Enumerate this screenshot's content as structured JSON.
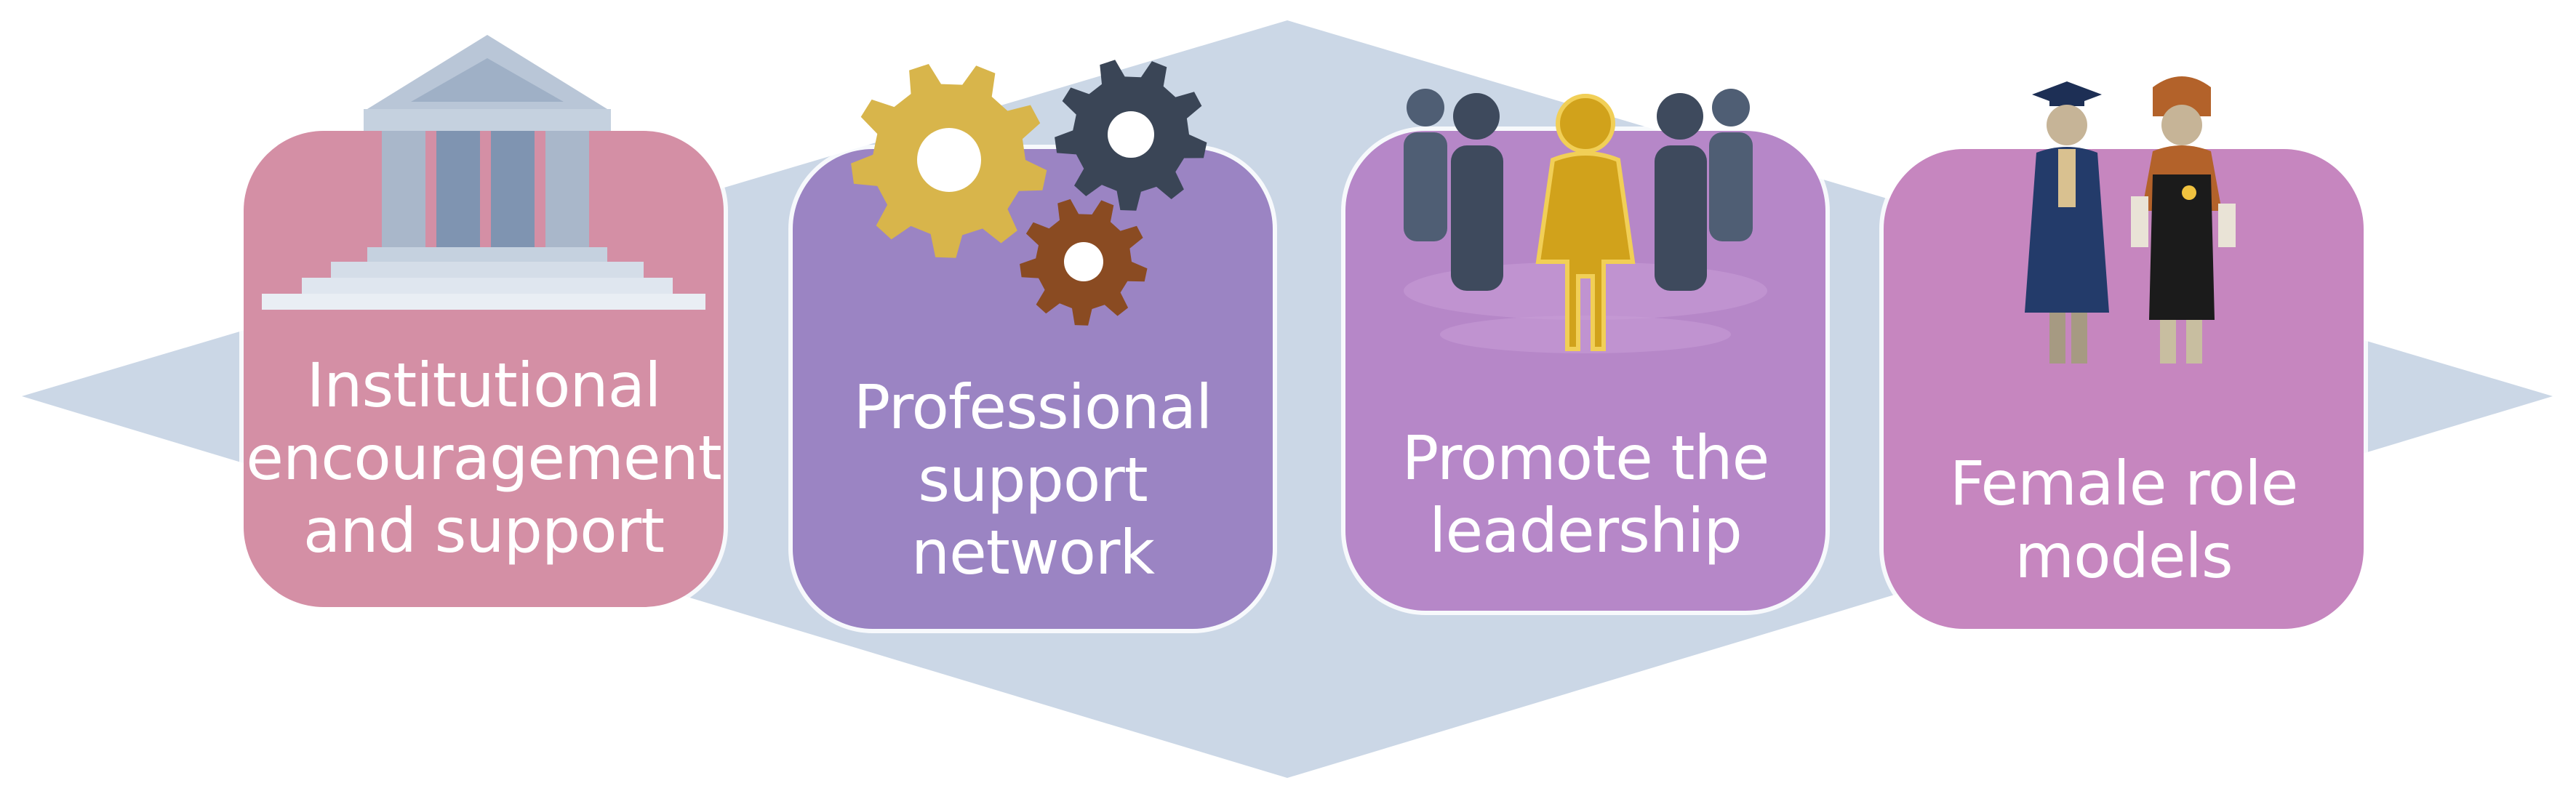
{
  "colors": {
    "backdrop": "#cbd7e6",
    "card_institutional": "#d48fa5",
    "card_network": "#9b84c3",
    "card_leadership": "#b687c8",
    "card_role_models": "#c686bf",
    "gold": "#d8b54b",
    "dark": "#3a4556",
    "rust": "#8a4b22",
    "building": "#a9b7ca"
  },
  "cards": [
    {
      "id": "institutional",
      "icon": "institution-building-icon",
      "lines": [
        "Institutional",
        "encouragement",
        "and support"
      ]
    },
    {
      "id": "network",
      "icon": "gears-icon",
      "lines": [
        "Professional",
        "support",
        "network"
      ]
    },
    {
      "id": "leadership",
      "icon": "leader-crowd-icon",
      "lines": [
        "Promote the",
        "leadership"
      ]
    },
    {
      "id": "role_models",
      "icon": "graduates-icon",
      "lines": [
        "Female role",
        "models"
      ]
    }
  ]
}
